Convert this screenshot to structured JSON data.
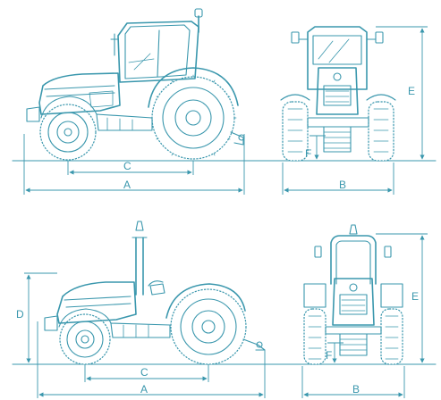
{
  "colors": {
    "line": "#3a97ad",
    "background": "#ffffff"
  },
  "top_row": {
    "side_view": {
      "dim_c": "C",
      "dim_a": "A"
    },
    "front_view": {
      "dim_b": "B",
      "dim_e": "E",
      "dim_f": "F"
    }
  },
  "bottom_row": {
    "side_view": {
      "dim_d": "D",
      "dim_c": "C",
      "dim_a": "A"
    },
    "front_view": {
      "dim_b": "B",
      "dim_e": "E",
      "dim_f": "F"
    }
  }
}
